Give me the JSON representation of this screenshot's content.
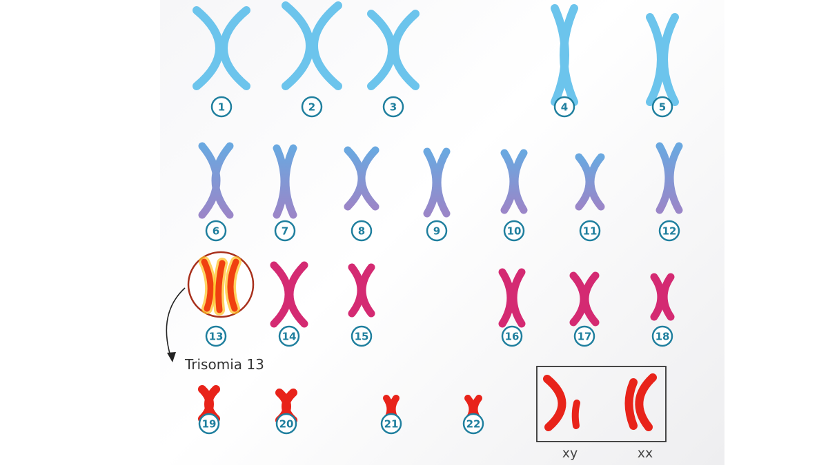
{
  "title_annotation": "Trisomia 13",
  "sex_chromosomes": {
    "male": "xy",
    "female": "xx"
  },
  "colors": {
    "row1": "#6cc4ec",
    "row2_top": "#6aa8e0",
    "row2_bottom": "#9a86c8",
    "row3": "#d42a72",
    "row4": "#e8231a",
    "trisomy": "#f04010",
    "trisomy_glow": "#ffc020",
    "label": "#1f7f9e",
    "circle_border": "#a8301c"
  },
  "chromosomes": [
    {
      "label": "1"
    },
    {
      "label": "2"
    },
    {
      "label": "3"
    },
    {
      "label": "4"
    },
    {
      "label": "5"
    },
    {
      "label": "6"
    },
    {
      "label": "7"
    },
    {
      "label": "8"
    },
    {
      "label": "9"
    },
    {
      "label": "10"
    },
    {
      "label": "11"
    },
    {
      "label": "12"
    },
    {
      "label": "13"
    },
    {
      "label": "14"
    },
    {
      "label": "15"
    },
    {
      "label": "16"
    },
    {
      "label": "17"
    },
    {
      "label": "18"
    },
    {
      "label": "19"
    },
    {
      "label": "20"
    },
    {
      "label": "21"
    },
    {
      "label": "22"
    }
  ]
}
